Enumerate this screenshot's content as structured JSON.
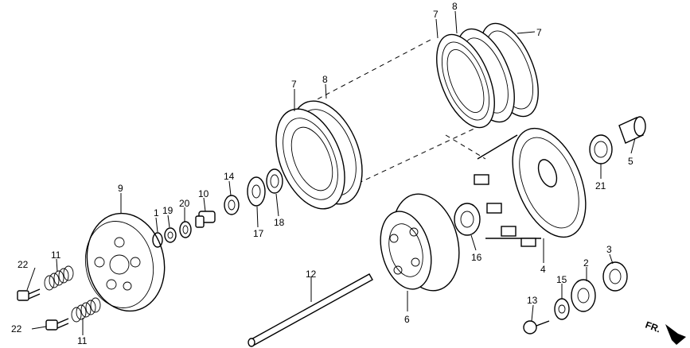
{
  "diagram": {
    "labels": {
      "p1": "1",
      "p2": "2",
      "p3": "3",
      "p4": "4",
      "p5": "5",
      "p6": "6",
      "p7a": "7",
      "p7b": "7",
      "p7c": "7",
      "p8a": "8",
      "p8b": "8",
      "p9": "9",
      "p10": "10",
      "p11a": "11",
      "p11b": "11",
      "p12": "12",
      "p13": "13",
      "p14": "14",
      "p15": "15",
      "p16": "16",
      "p17": "17",
      "p18": "18",
      "p19": "19",
      "p20": "20",
      "p21": "21",
      "p22a": "22",
      "p22b": "22"
    },
    "direction": "FR."
  }
}
